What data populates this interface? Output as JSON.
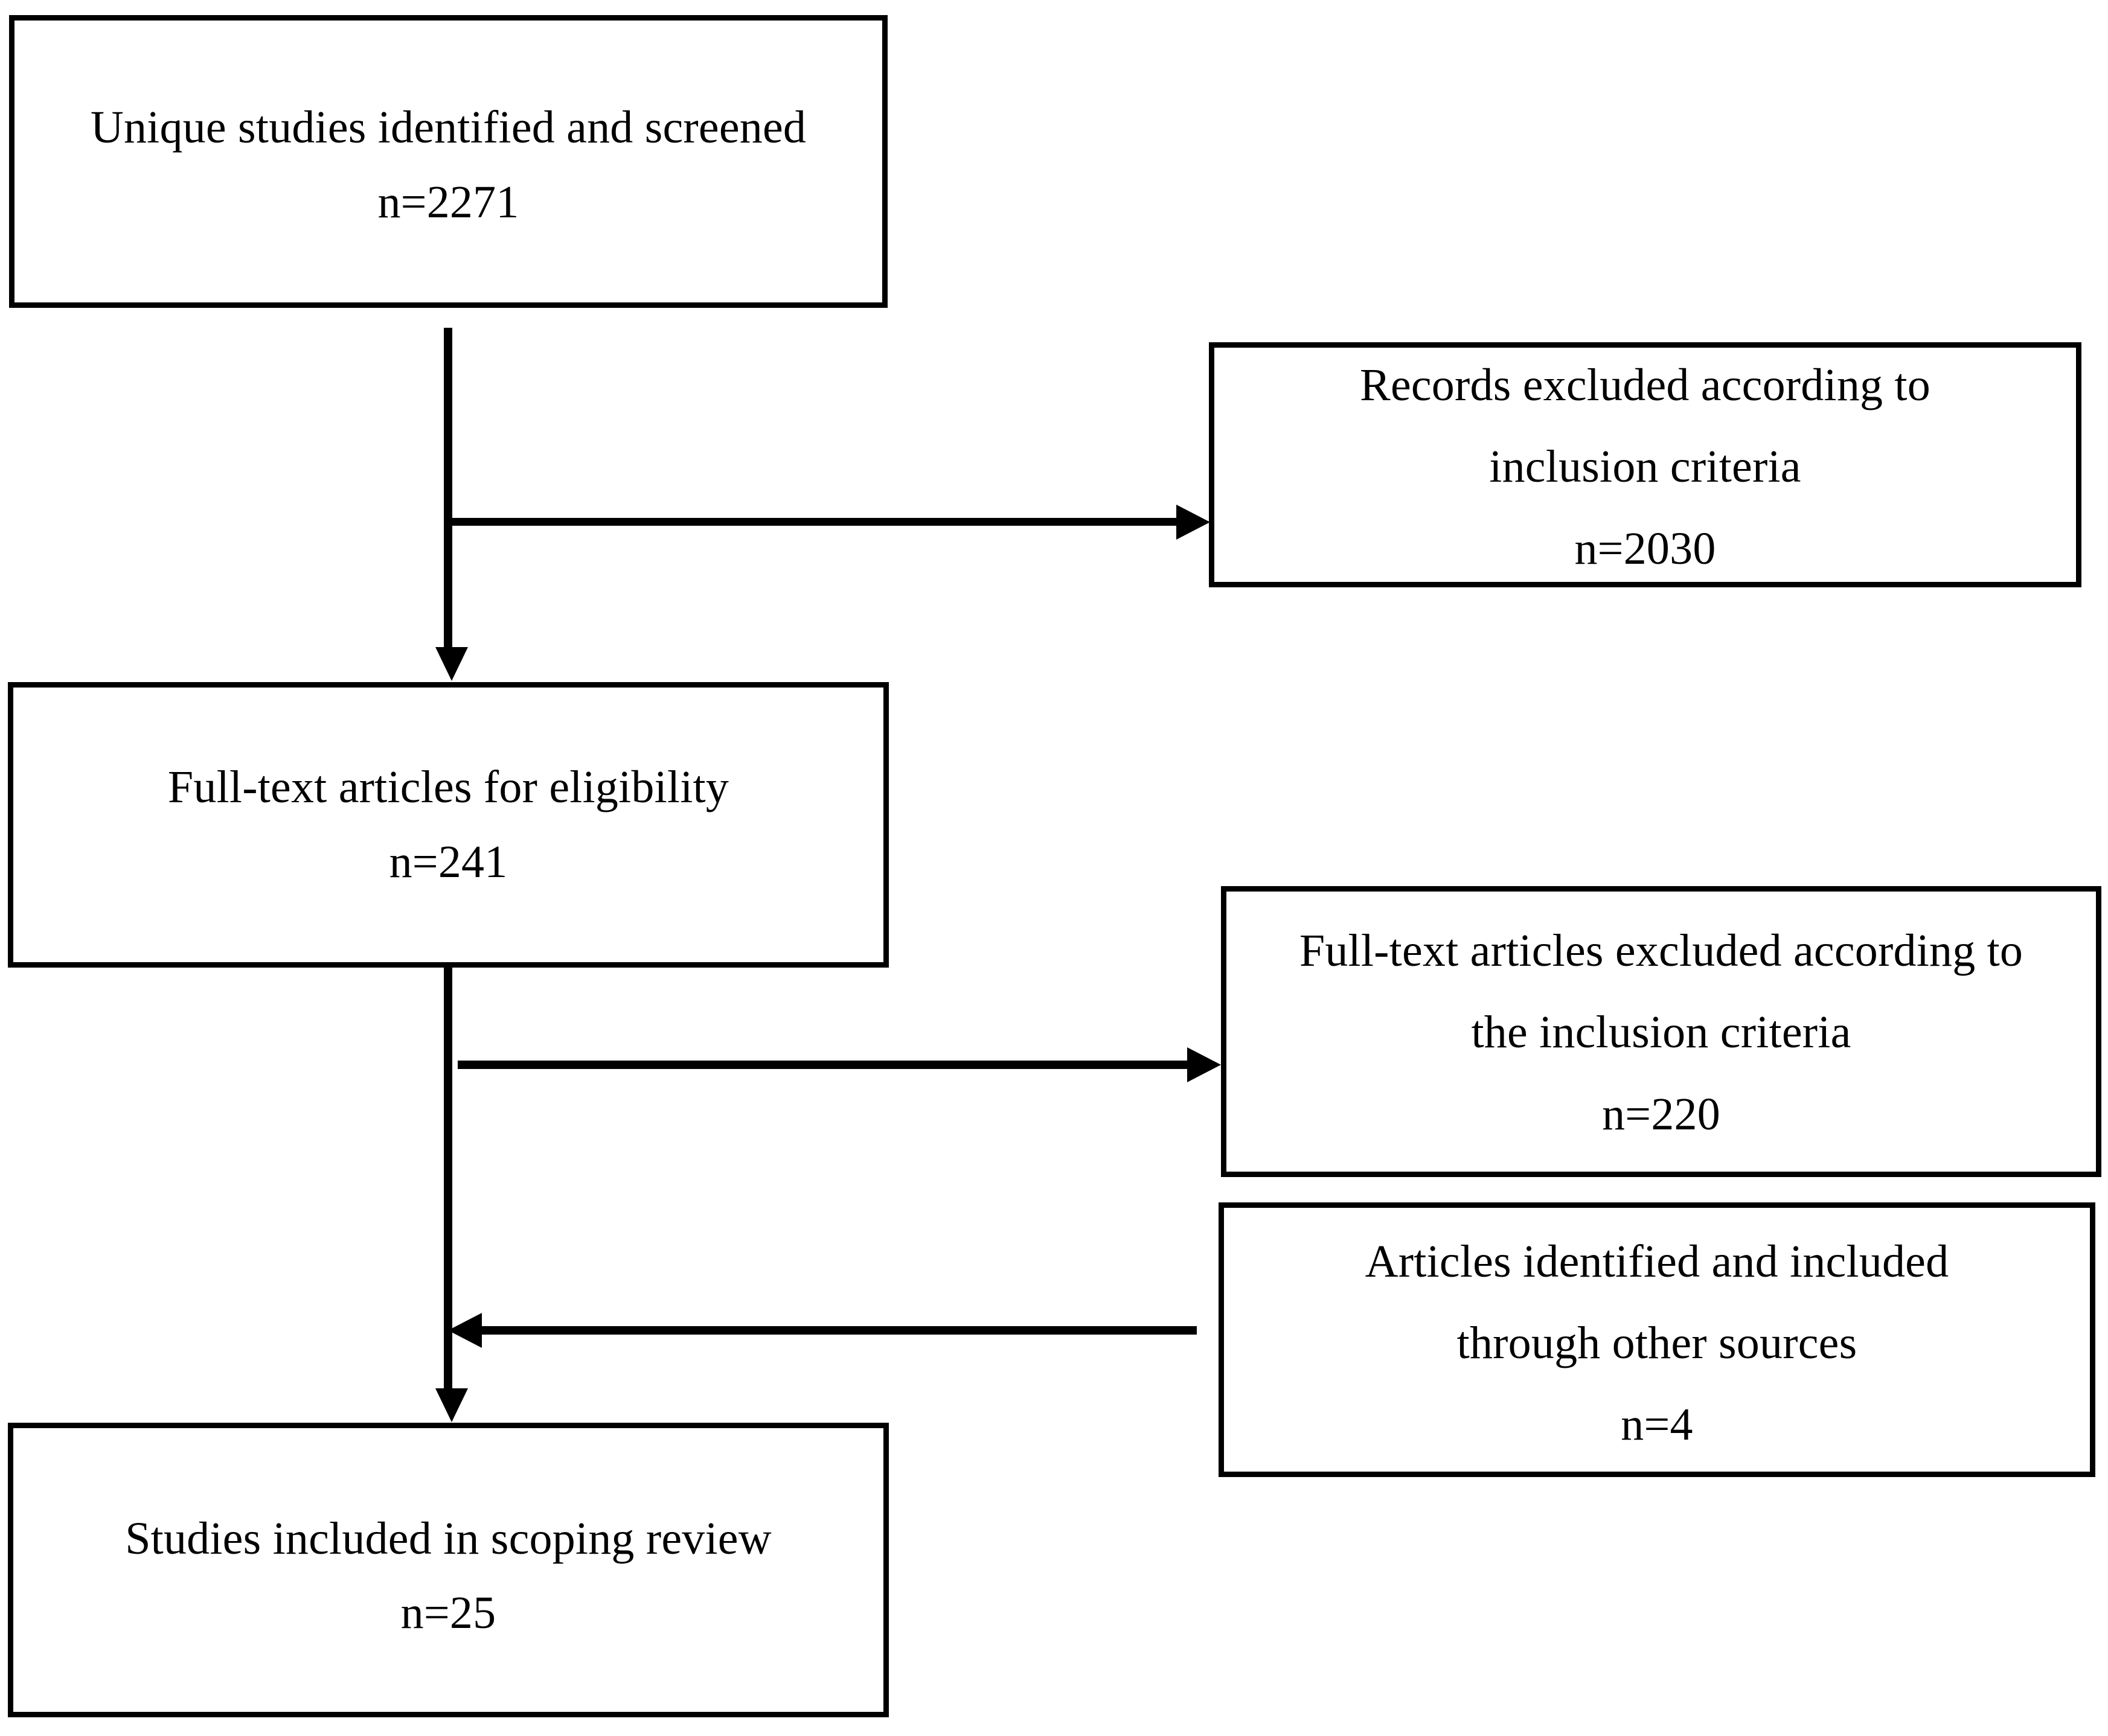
{
  "diagram": {
    "title": "PRISMA scoping review flow diagram",
    "stroke_color": "#000000",
    "background_color": "#ffffff",
    "nodes": [
      {
        "id": "screened",
        "lines": [
          "Unique studies identified and screened",
          "n=2271"
        ],
        "count_label": "n=2271",
        "count": 2271
      },
      {
        "id": "records_excluded",
        "lines": [
          "Records excluded according to",
          "inclusion criteria",
          "n=2030"
        ],
        "count_label": "n=2030",
        "count": 2030
      },
      {
        "id": "eligibility",
        "lines": [
          "Full-text articles for eligibility",
          "n=241"
        ],
        "count_label": "n=241",
        "count": 241
      },
      {
        "id": "fulltext_excluded",
        "lines": [
          "Full-text articles excluded according to",
          "the inclusion criteria",
          "n=220"
        ],
        "count_label": "n=220",
        "count": 220
      },
      {
        "id": "other_sources",
        "lines": [
          "Articles identified and included",
          "through other sources",
          "n=4"
        ],
        "count_label": "n=4",
        "count": 4
      },
      {
        "id": "included",
        "lines": [
          "Studies included in scoping review",
          "n=25"
        ],
        "count_label": "n=25",
        "count": 25
      }
    ],
    "edges": [
      {
        "id": "screened_to_eligibility",
        "from": "screened",
        "to": "eligibility",
        "direction": "down"
      },
      {
        "id": "screened_to_records_excluded",
        "from": "screened",
        "to": "records_excluded",
        "direction": "right"
      },
      {
        "id": "eligibility_to_included",
        "from": "eligibility",
        "to": "included",
        "direction": "down"
      },
      {
        "id": "eligibility_to_fulltext_excluded",
        "from": "eligibility",
        "to": "fulltext_excluded",
        "direction": "right"
      },
      {
        "id": "other_sources_to_included",
        "from": "other_sources",
        "to": "included",
        "direction": "left"
      }
    ]
  }
}
